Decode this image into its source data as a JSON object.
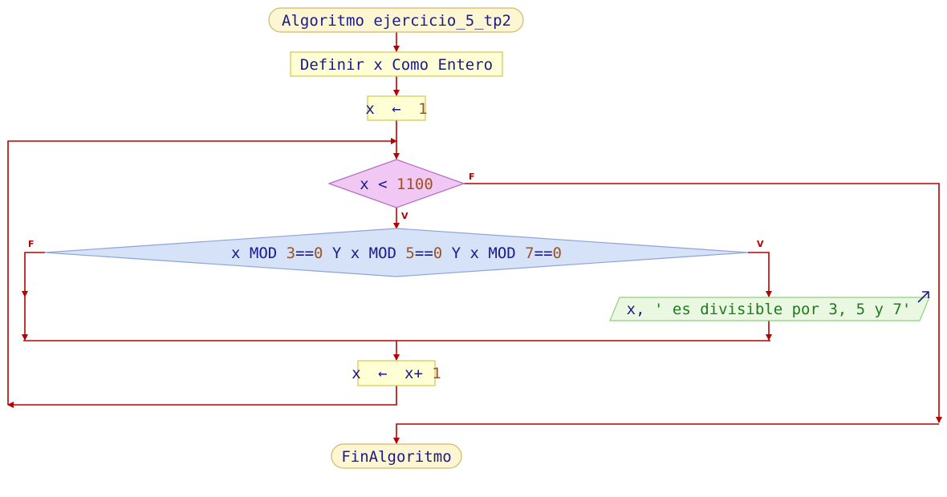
{
  "colors": {
    "flow": "#b70000",
    "terminal_fill": "#fdf6d3",
    "terminal_stroke": "#d2b86a",
    "process_fill": "#ffffd6",
    "process_stroke": "#d4c64d",
    "decision1_fill": "#f1c8f3",
    "decision1_stroke": "#b36ac2",
    "decision2_fill": "#d6e2f8",
    "decision2_stroke": "#8ea4d8",
    "io_fill": "#eaf8e2",
    "io_stroke": "#8fcf7a",
    "text_keyword": "#1a1a8c",
    "text_number": "#a0521e",
    "text_string": "#1d7a1d"
  },
  "diagram": {
    "start": {
      "label": "Algoritmo ejercicio_5_tp2"
    },
    "declare": {
      "label": "Definir x Como Entero"
    },
    "assign_init": {
      "var": "x",
      "arrow": "←",
      "value": "1"
    },
    "while_cond": {
      "var": "x",
      "op": "<",
      "value": "1100",
      "true_label": "V",
      "false_label": "F"
    },
    "if_cond": {
      "parts": [
        {
          "t": "x MOD ",
          "k": "kw"
        },
        {
          "t": "3",
          "k": "num"
        },
        {
          "t": "==",
          "k": "kw"
        },
        {
          "t": "0",
          "k": "num"
        },
        {
          "t": " Y x MOD ",
          "k": "kw"
        },
        {
          "t": "5",
          "k": "num"
        },
        {
          "t": "==",
          "k": "kw"
        },
        {
          "t": "0",
          "k": "num"
        },
        {
          "t": " Y x MOD ",
          "k": "kw"
        },
        {
          "t": "7",
          "k": "num"
        },
        {
          "t": "==",
          "k": "kw"
        },
        {
          "t": "0",
          "k": "num"
        }
      ],
      "true_label": "V",
      "false_label": "F"
    },
    "output": {
      "prefix": "x,",
      "string": "' es divisible por 3, 5 y 7'"
    },
    "increment": {
      "var": "x",
      "arrow": "←",
      "expr": "x+",
      "value": "1"
    },
    "end": {
      "label": "FinAlgoritmo"
    }
  }
}
